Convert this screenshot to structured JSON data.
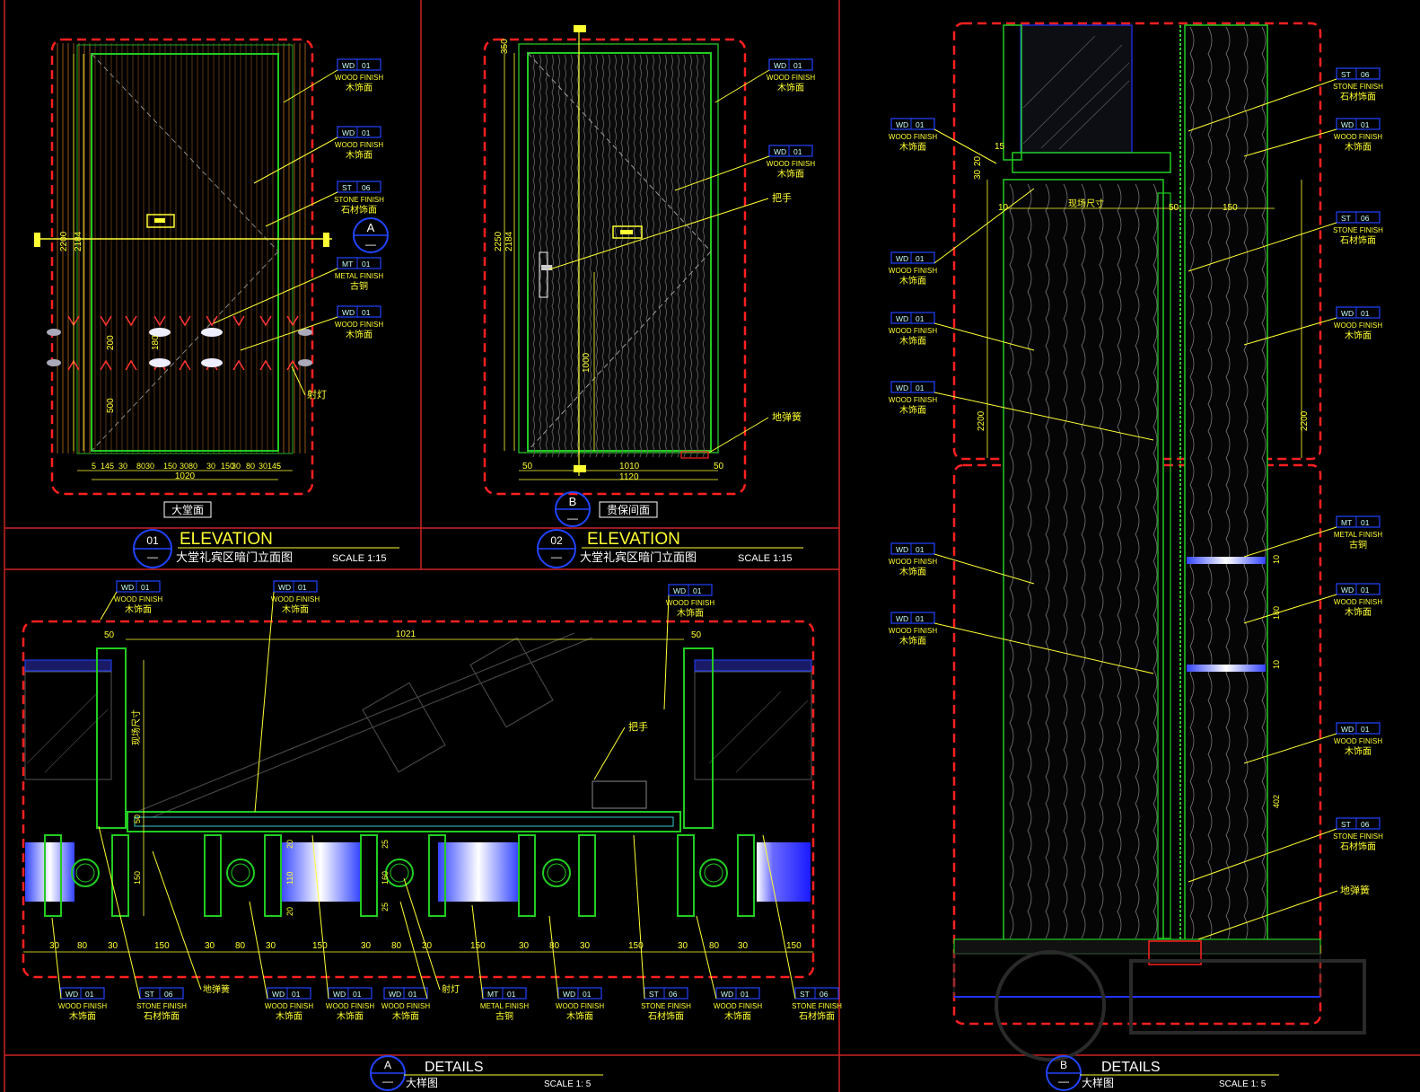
{
  "colors": {
    "background": "#000000",
    "frame": "#ff2020",
    "green": "#22cc22",
    "yellow": "#ffff33",
    "blue": "#2233ff",
    "orange": "#cc7a22",
    "cyan": "#33cccc"
  },
  "tags": {
    "wd": "WD",
    "st": "ST",
    "mt": "MT",
    "n01": "01",
    "n06": "06",
    "wood_en": "WOOD FINISH",
    "wood_cn": "木饰面",
    "stone_en": "STONE FINISH",
    "stone_cn": "石材饰面",
    "metal_en": "METAL FINISH",
    "metal_cn": "古铜"
  },
  "notes": {
    "spotlight": "射灯",
    "handle": "把手",
    "floor_spring": "地弹簧",
    "site_size": "现场尺寸"
  },
  "panel1": {
    "side_label": "大堂面",
    "section_mark": "A",
    "dims_bottom": [
      "5",
      "145",
      "30",
      "80",
      "30",
      "150",
      "30",
      "80",
      "30",
      "150",
      "30",
      "80",
      "30",
      "145",
      "5"
    ],
    "total_width": "1020",
    "dims_left": [
      "2200",
      "2184"
    ],
    "dims_inner": [
      "200",
      "180",
      "500"
    ]
  },
  "panel2": {
    "side_label": "贵保间面",
    "section_mark": "B",
    "dims_bottom": [
      "50",
      "1010",
      "50"
    ],
    "total_width": "1120",
    "dims_left": [
      "2250",
      "2184"
    ],
    "top_dim": "350",
    "inner_dim": "1000"
  },
  "titles": {
    "elev1": {
      "num": "01",
      "main": "ELEVATION",
      "cn": "大堂礼宾区暗门立面图",
      "scale": "SCALE  1:15"
    },
    "elev2": {
      "num": "02",
      "main": "ELEVATION",
      "cn": "大堂礼宾区暗门立面图",
      "scale": "SCALE  1:15"
    },
    "detA": {
      "num": "A",
      "main": "DETAILS",
      "cn": "大样图",
      "scale": "SCALE  1: 5"
    },
    "detB": {
      "num": "B",
      "main": "DETAILS",
      "cn": "大样图",
      "scale": "SCALE  1: 5"
    }
  },
  "panel3": {
    "top_dim": "1021",
    "side_dims": [
      "50",
      "50"
    ],
    "bottom_dims": [
      "30",
      "80",
      "30",
      "150",
      "30",
      "80",
      "30",
      "150",
      "30",
      "80",
      "30",
      "150",
      "30",
      "80",
      "30",
      "150",
      "30",
      "80",
      "30",
      "150"
    ],
    "vert_dims": [
      "150",
      "20",
      "25",
      "110",
      "160",
      "25",
      "20",
      "50"
    ]
  },
  "panel4": {
    "top_dims": [
      "15",
      "30",
      "20",
      "10",
      "50",
      "150"
    ],
    "height_left": "2200",
    "height_right": "2200",
    "right_dims": [
      "10",
      "180",
      "10",
      "402"
    ]
  }
}
